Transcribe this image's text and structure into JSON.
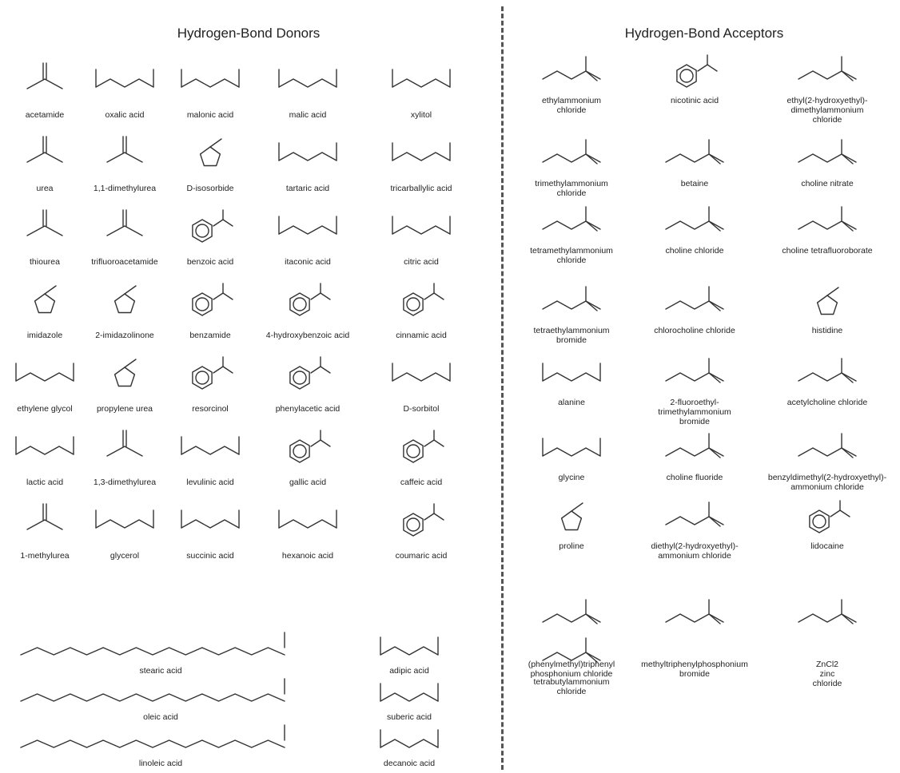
{
  "donors": {
    "title": "Hydrogen-Bond Donors",
    "molecules": [
      {
        "name": "acetamide",
        "kind": "amide"
      },
      {
        "name": "oxalic acid",
        "kind": "diacid"
      },
      {
        "name": "malonic acid",
        "kind": "diacid"
      },
      {
        "name": "malic acid",
        "kind": "diacid"
      },
      {
        "name": "xylitol",
        "kind": "polyol"
      },
      {
        "name": "urea",
        "kind": "urea"
      },
      {
        "name": "1,1-dimethylurea",
        "kind": "urea"
      },
      {
        "name": "D-isosorbide",
        "kind": "ring"
      },
      {
        "name": "tartaric acid",
        "kind": "diacid"
      },
      {
        "name": "tricarballylic acid",
        "kind": "diacid"
      },
      {
        "name": "thiourea",
        "kind": "urea"
      },
      {
        "name": "trifluoroacetamide",
        "kind": "amide"
      },
      {
        "name": "benzoic acid",
        "kind": "aryl"
      },
      {
        "name": "itaconic acid",
        "kind": "diacid"
      },
      {
        "name": "citric acid",
        "kind": "diacid"
      },
      {
        "name": "imidazole",
        "kind": "ring"
      },
      {
        "name": "2-imidazolinone",
        "kind": "ring"
      },
      {
        "name": "benzamide",
        "kind": "aryl"
      },
      {
        "name": "4-hydroxybenzoic acid",
        "kind": "aryl"
      },
      {
        "name": "cinnamic acid",
        "kind": "aryl"
      },
      {
        "name": "ethylene glycol",
        "kind": "polyol"
      },
      {
        "name": "propylene urea",
        "kind": "ring"
      },
      {
        "name": "resorcinol",
        "kind": "aryl"
      },
      {
        "name": "phenylacetic acid",
        "kind": "aryl"
      },
      {
        "name": "D-sorbitol",
        "kind": "polyol"
      },
      {
        "name": "lactic acid",
        "kind": "acid"
      },
      {
        "name": "1,3-dimethylurea",
        "kind": "urea"
      },
      {
        "name": "levulinic acid",
        "kind": "acid"
      },
      {
        "name": "gallic acid",
        "kind": "aryl"
      },
      {
        "name": "caffeic acid",
        "kind": "aryl"
      },
      {
        "name": "1-methylurea",
        "kind": "urea"
      },
      {
        "name": "glycerol",
        "kind": "polyol"
      },
      {
        "name": "succinic acid",
        "kind": "diacid"
      },
      {
        "name": "hexanoic acid",
        "kind": "acid"
      },
      {
        "name": "coumaric acid",
        "kind": "aryl"
      }
    ],
    "long_chain": [
      {
        "name": "stearic acid",
        "kind": "longacid"
      },
      {
        "name": "adipic acid",
        "kind": "diacid"
      },
      {
        "name": "oleic acid",
        "kind": "longacid"
      },
      {
        "name": "suberic acid",
        "kind": "diacid"
      },
      {
        "name": "linoleic acid",
        "kind": "longacid"
      },
      {
        "name": "decanoic acid",
        "kind": "acid"
      }
    ]
  },
  "acceptors": {
    "title": "Hydrogen-Bond Acceptors",
    "molecules": [
      {
        "name": "ethylammonium\nchloride",
        "kind": "ammonium"
      },
      {
        "name": "nicotinic acid",
        "kind": "aryl"
      },
      {
        "name": "ethyl(2-hydroxyethyl)-\ndimethylammonium\nchloride",
        "kind": "ammonium"
      },
      {
        "name": "trimethylammonium\nchloride",
        "kind": "ammonium"
      },
      {
        "name": "betaine",
        "kind": "ammonium"
      },
      {
        "name": "choline nitrate",
        "kind": "ammonium"
      },
      {
        "name": "tetramethylammonium\nchloride",
        "kind": "ammonium"
      },
      {
        "name": "choline chloride",
        "kind": "ammonium"
      },
      {
        "name": "choline tetrafluoroborate",
        "kind": "ammonium"
      },
      {
        "name": "tetraethylammonium\nbromide",
        "kind": "ammonium"
      },
      {
        "name": "chlorocholine chloride",
        "kind": "ammonium"
      },
      {
        "name": "histidine",
        "kind": "ring"
      },
      {
        "name": "alanine",
        "kind": "acid"
      },
      {
        "name": "2-fluoroethyl-\ntrimethylammonium\nbromide",
        "kind": "ammonium"
      },
      {
        "name": "acetylcholine chloride",
        "kind": "ammonium"
      },
      {
        "name": "glycine",
        "kind": "acid"
      },
      {
        "name": "choline fluoride",
        "kind": "ammonium"
      },
      {
        "name": "benzyldimethyl(2-hydroxyethyl)-\nammonium chloride",
        "kind": "ammonium"
      },
      {
        "name": "proline",
        "kind": "ring"
      },
      {
        "name": "diethyl(2-hydroxyethyl)-\nammonium chloride",
        "kind": "ammonium"
      },
      {
        "name": "lidocaine",
        "kind": "aryl"
      },
      {
        "name": "(phenylmethyl)triphenyl\nphosphonium  chloride",
        "kind": "phosphonium"
      },
      {
        "name": "methyltriphenylphosphonium\nbromide",
        "kind": "phosphonium"
      },
      {
        "name": "ZnCl2\nzinc\nchloride",
        "kind": "salt"
      },
      {
        "name": "tetrabutylammonium\nchloride",
        "kind": "ammonium"
      }
    ]
  }
}
